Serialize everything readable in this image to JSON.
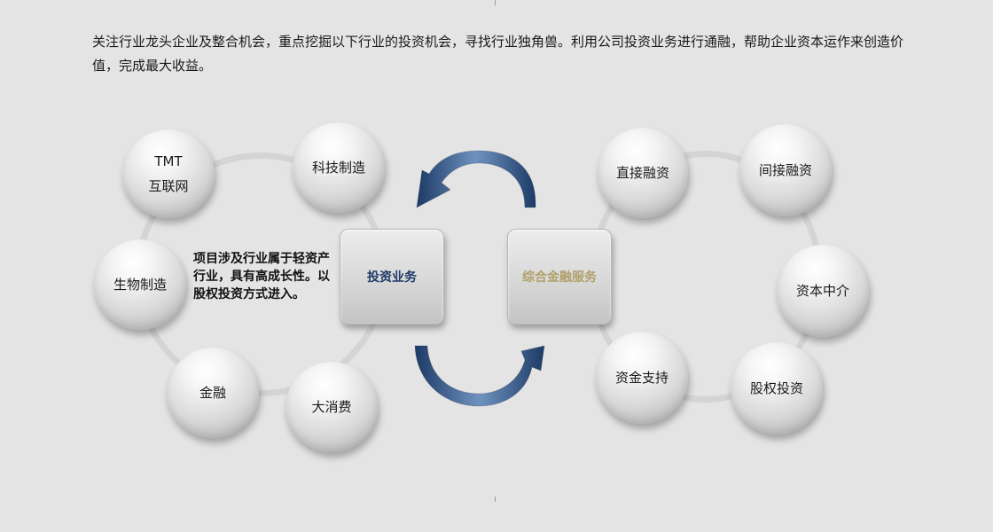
{
  "intro": "关注行业龙头企业及整合机会，重点挖掘以下行业的投资机会，寻找行业独角兽。利用公司投资业务进行通融，帮助企业资本运作来创造价值，完成最大收益。",
  "left_cluster": {
    "center_box": "投资业务",
    "note": "项目涉及行业属于轻资产行业，具有高成长性。以股权投资方式进入。",
    "bubbles": [
      {
        "line1": "TMT",
        "line2": "互联网"
      },
      {
        "line1": "科技制造"
      },
      {
        "line1": "生物制造"
      },
      {
        "line1": "金融"
      },
      {
        "line1": "大消费"
      }
    ]
  },
  "right_cluster": {
    "center_box": "综合金融服务",
    "bubbles": [
      {
        "line1": "直接融资"
      },
      {
        "line1": "间接融资"
      },
      {
        "line1": "资本中介"
      },
      {
        "line1": "资金支持"
      },
      {
        "line1": "股权投资"
      }
    ]
  },
  "colors": {
    "left_box_text": "#1f3a66",
    "right_box_text": "#b0a06a",
    "arrow_dark": "#1c3a66",
    "arrow_light": "#6f93c0"
  },
  "icons": {
    "top_arrow": "curved-arrow-left-icon",
    "bottom_arrow": "curved-arrow-up-icon"
  }
}
